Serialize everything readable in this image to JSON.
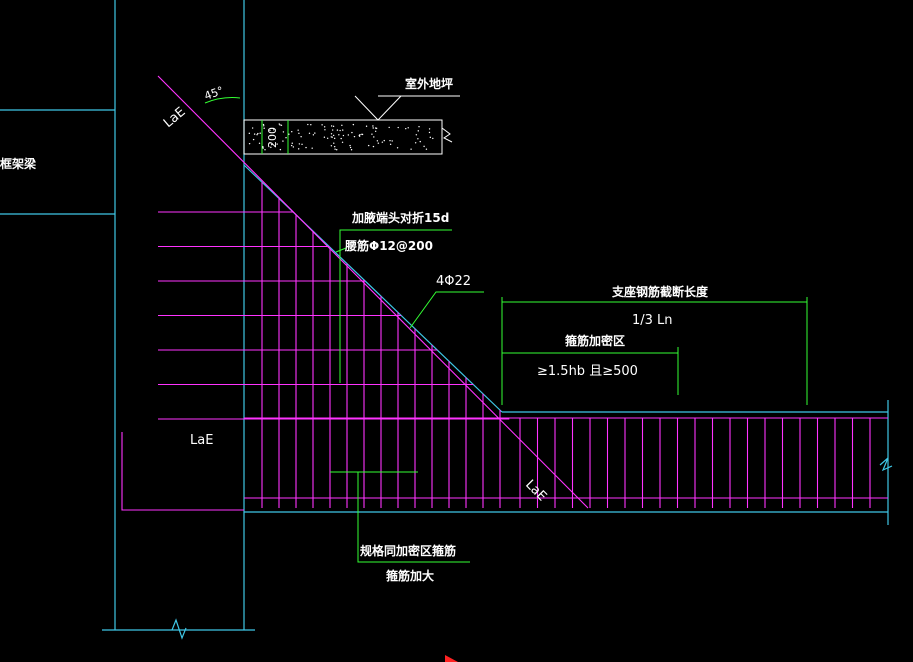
{
  "labels": {
    "left_beam": "框架梁",
    "ground": "室外地坪",
    "slab_thickness": "200",
    "angle": "45°",
    "lae_diagonal_top": "LaE",
    "lae_diagonal_bottom": "LaE",
    "lae_left": "LaE",
    "hoop_note_1": "加腋端头对折15d",
    "hoop_note_2": "腰筋Φ12@200",
    "rebar_diag": "4Φ22",
    "support_cut_title": "支座钢筋截断长度",
    "support_cut_value": "1/3 Ln",
    "stirrup_dense_title": "箍筋加密区",
    "stirrup_dense_value": "≥1.5hb 且≥500",
    "bottom_note_1": "规格同加密区箍筋",
    "bottom_note_2": "箍筋加大"
  },
  "colors": {
    "background": "#000000",
    "structure": "#3fc7e6",
    "rebar": "#ff33ff",
    "dimension": "#33ff33",
    "text": "#ffffff",
    "cursor": "#ff2222"
  }
}
